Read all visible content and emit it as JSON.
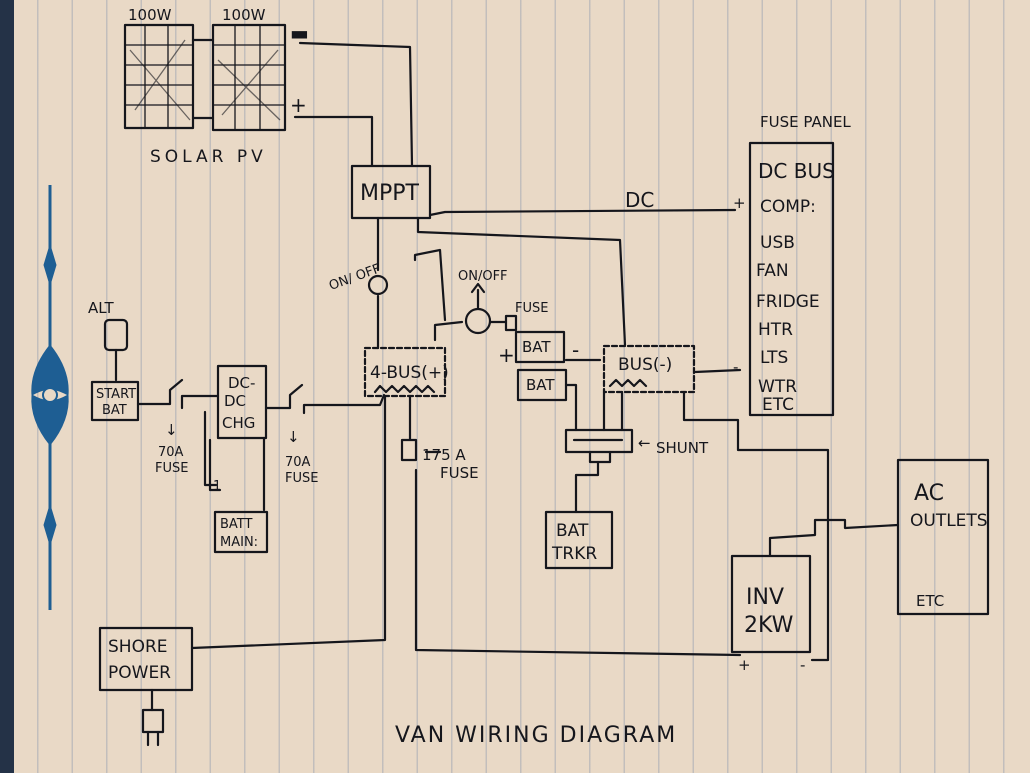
{
  "solar": {
    "panel1_watts": "100W",
    "panel2_watts": "100W",
    "label": "SOLAR PV"
  },
  "mppt": {
    "label": "MPPT",
    "switch_label": "ON/ OFF"
  },
  "dc_line_label": "DC",
  "fuse_panel": {
    "title": "FUSE PANEL",
    "items": [
      "DC BUS",
      "COMP:",
      "USB",
      "FAN",
      "FRIDGE",
      "HTR",
      "LTS",
      "WTR",
      "ETC"
    ]
  },
  "alt_label": "ALT",
  "start_bat_label": [
    "START",
    "BAT"
  ],
  "fuse_70a_left": [
    "70A",
    "FUSE"
  ],
  "dcdc_label": [
    "DC-",
    "DC",
    "CHG"
  ],
  "fuse_70a_right": [
    "70A",
    "FUSE"
  ],
  "batt_main_label": [
    "BATT",
    "MAIN:"
  ],
  "bus_pos_label": "4-BUS(+)",
  "switch2_label": "ON/OFF",
  "fuse_small_label": "FUSE",
  "bat1_label": "BAT",
  "bat2_label": "BAT",
  "bus_neg_label": "BUS(-)",
  "fuse_175a_label": [
    "175 A",
    "FUSE"
  ],
  "shunt_label": "SHUNT",
  "bat_trkr_label": [
    "BAT",
    "TRKR"
  ],
  "ac_outlets_label": [
    "AC",
    "OUTLETS"
  ],
  "ac_etc_label": "ETC",
  "inverter_label": [
    "INV",
    "2KW"
  ],
  "shore_power_label": [
    "SHORE",
    "POWER"
  ],
  "title": "VAN WIRING DIAGRAM",
  "colors": {
    "paper": "#e9d9c6",
    "ink": "#15161c",
    "margin_lines": "#788caa",
    "ornament": "#1e5e93"
  }
}
